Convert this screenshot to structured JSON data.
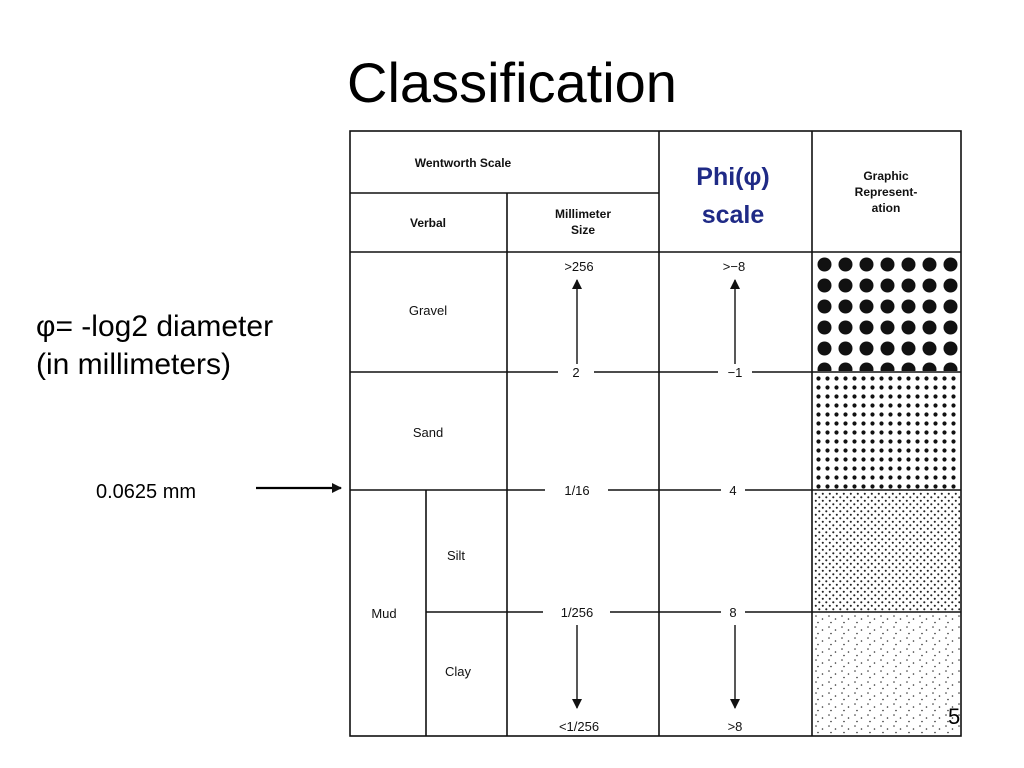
{
  "slide": {
    "title": "Classification",
    "formula_line1": "φ= -log2 diameter",
    "formula_line2": "(in millimeters)",
    "note": "0.0625 mm",
    "page_number": "5"
  },
  "table": {
    "header": {
      "wentworth": "Wentworth Scale",
      "verbal": "Verbal",
      "mm_line1": "Millimeter",
      "mm_line2": "Size",
      "phi_line1": "Phi(φ)",
      "phi_line2": "scale",
      "graphic_line1": "Graphic",
      "graphic_line2": "Represent-",
      "graphic_line3": "ation"
    },
    "classes": {
      "gravel": "Gravel",
      "sand": "Sand",
      "mud": "Mud",
      "silt": "Silt",
      "clay": "Clay"
    },
    "mm_values": {
      "top": ">256",
      "gravel_sand": "2",
      "sand_silt": "1/16",
      "silt_clay": "1/256",
      "bottom": "<1/256"
    },
    "phi_values": {
      "top": ">−8",
      "gravel_sand": "−1",
      "sand_silt": "4",
      "silt_clay": "8",
      "bottom": ">8"
    }
  },
  "colors": {
    "phi_header": "#1f2a86",
    "grid": "#111111"
  }
}
